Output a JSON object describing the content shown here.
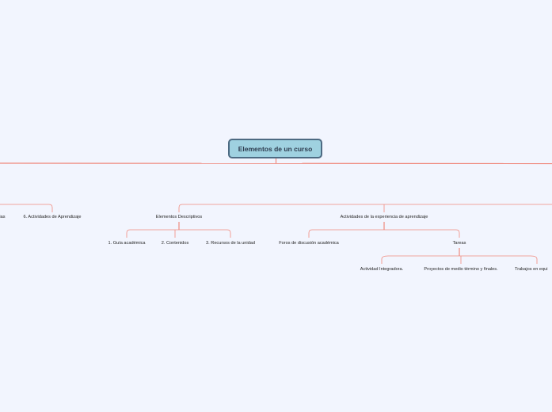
{
  "map": {
    "root": "Elementos de un curso",
    "level1": {
      "partial_left": "ias",
      "actividades_aprendizaje": "6. Actividades de Aprendizaje",
      "elementos_descriptivos": "Elementos Descriptivos",
      "actividades_experiencia": "Actividades de la experiencia de aprendizaje"
    },
    "descriptivos_children": [
      "1. Guía académica",
      "2. Contenidos",
      "3. Recursos de la unidad"
    ],
    "experiencia_children": {
      "foros": "Foros de discusión académica",
      "tareas": "Tareas"
    },
    "tareas_children": [
      "Actividad Integradora.",
      "Proyectos de medio término y finales.",
      "Trabajos en equi"
    ]
  },
  "colors": {
    "background": "#f2f5fe",
    "root_fill": "#9fd1e0",
    "root_border": "#4d6a82",
    "connector": "#f08a7e"
  }
}
